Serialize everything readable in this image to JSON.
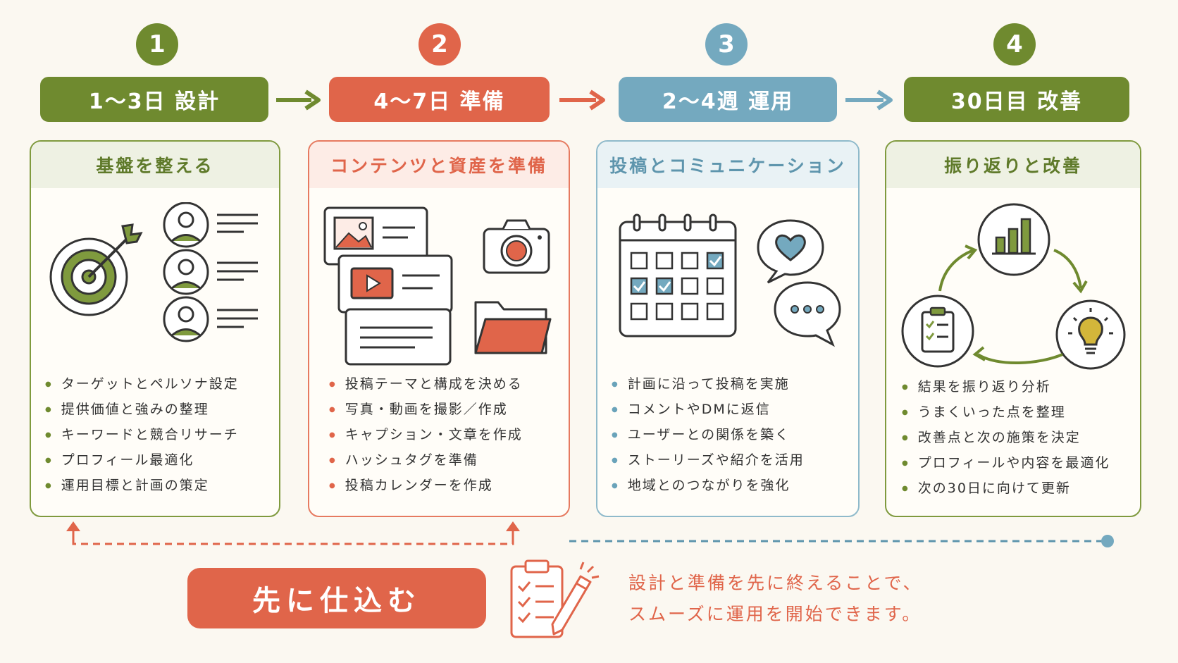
{
  "steps": [
    {
      "number": "1",
      "label": "1〜3日 設計"
    },
    {
      "number": "2",
      "label": "4〜7日 準備"
    },
    {
      "number": "3",
      "label": "2〜4週 運用"
    },
    {
      "number": "4",
      "label": "30日目 改善"
    }
  ],
  "cards": [
    {
      "title": "基盤を整える",
      "items": [
        "ターゲットとペルソナ設定",
        "提供価値と強みの整理",
        "キーワードと競合リサーチ",
        "プロフィール最適化",
        "運用目標と計画の策定"
      ]
    },
    {
      "title": "コンテンツと資産を準備",
      "items": [
        "投稿テーマと構成を決める",
        "写真・動画を撮影／作成",
        "キャプション・文章を作成",
        "ハッシュタグを準備",
        "投稿カレンダーを作成"
      ]
    },
    {
      "title": "投稿とコミュニケーション",
      "items": [
        "計画に沿って投稿を実施",
        "コメントやDMに返信",
        "ユーザーとの関係を築く",
        "ストーリーズや紹介を活用",
        "地域とのつながりを強化"
      ]
    },
    {
      "title": "振り返りと改善",
      "items": [
        "結果を振り返り分析",
        "うまくいった点を整理",
        "改善点と次の施策を決定",
        "プロフィールや内容を最適化",
        "次の30日に向けて更新"
      ]
    }
  ],
  "bottom": {
    "badge": "先に仕込む",
    "note_line1": "設計と準備を先に終えることで、",
    "note_line2": "スムーズに運用を開始できます。"
  },
  "colors": {
    "green": "#6f8a2f",
    "orange": "#e0654a",
    "blue": "#74a9bf",
    "background": "#fbf8f1"
  },
  "icons": [
    "target-icon",
    "persona-icon",
    "image-card-icon",
    "video-card-icon",
    "camera-icon",
    "folder-icon",
    "calendar-icon",
    "heart-bubble-icon",
    "chat-bubble-icon",
    "bar-chart-icon",
    "lightbulb-icon",
    "clipboard-icon",
    "pencil-icon"
  ]
}
